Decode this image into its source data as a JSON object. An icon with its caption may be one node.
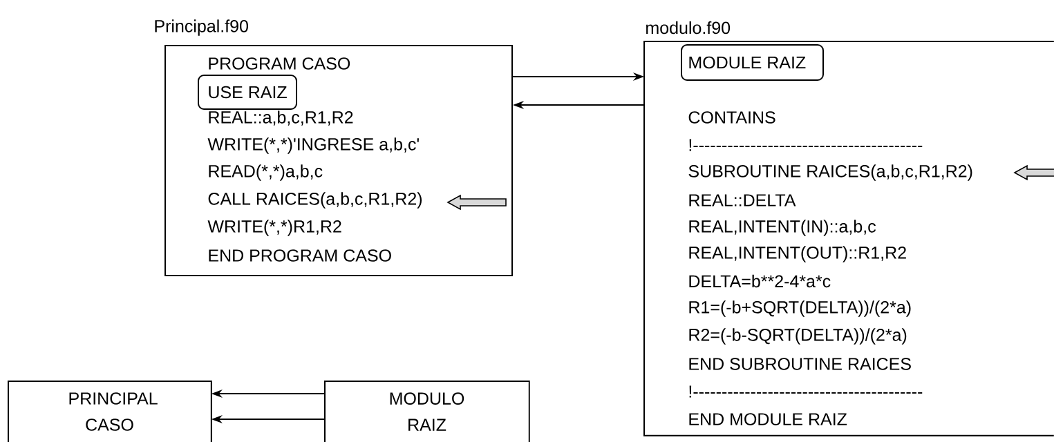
{
  "diagram": {
    "nodes": [
      {
        "text": [
          "Principal.f90",
          "PROGRAM CASO",
          "REAL::a,b,c,R1,R2",
          "WRITE(*,*)'INGRESE a,b,c'",
          "READ(*,*)a,b,c",
          "CALL RAICES(a,b,c,R1,R2)",
          "WRITE(*,*)R1,R2",
          "END PROGRAM CASO"
        ]
      },
      {
        "text": [
          "USE RAIZ"
        ],
        "in": 0
      },
      {
        "text": [
          "modulo.f90",
          "CONTAINS",
          "!----------------------------------------",
          "SUBROUTINE RAICES(a,b,c,R1,R2)",
          "REAL::DELTA",
          "REAL,INTENT(IN)::a,b,c",
          "REAL,INTENT(OUT)::R1,R2",
          "DELTA=b**2-4*a*c",
          "R1=(-b+SQRT(DELTA))/(2*a)",
          "R2=(-b-SQRT(DELTA))/(2*a)",
          "END SUBROUTINE RAICES",
          "!----------------------------------------",
          "END MODULE RAIZ"
        ]
      },
      {
        "text": [
          "MODULE RAIZ"
        ],
        "in": 2
      },
      {
        "text": [
          "PRINCIPAL CASO"
        ]
      },
      {
        "text": [
          "MODULO RAIZ"
        ]
      }
    ],
    "edges": [
      {
        "from": 0,
        "to": 2,
        "arrow": "to"
      },
      {
        "from": 2,
        "to": 0,
        "arrow": "to"
      },
      {
        "from": 5,
        "to": 4,
        "arrow": "to"
      },
      {
        "from": 5,
        "to": 4,
        "arrow": "to"
      }
    ]
  }
}
